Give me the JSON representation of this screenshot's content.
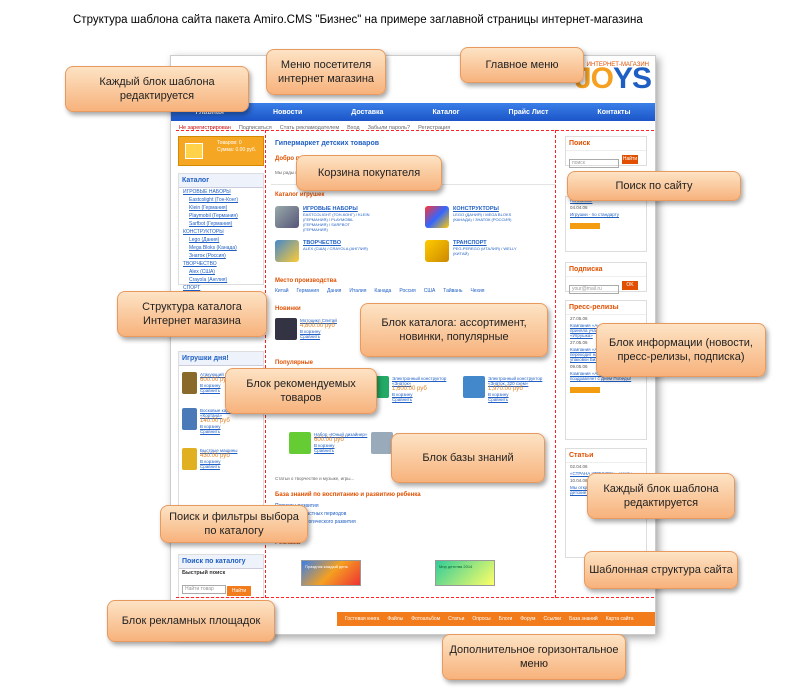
{
  "title": "Структура шаблона сайта пакета Amiro.CMS \"Бизнес\" на примере заглавной страницы интернет-магазина",
  "site": {
    "logo_prefix": "JO",
    "logo_main": "YS",
    "logo_tagline": "ИНТЕРНЕТ-МАГАЗИН",
    "top_nav": [
      "Главная",
      "Новости",
      "Доставка",
      "Каталог",
      "Прайс Лист",
      "Контакты"
    ],
    "user_menu": [
      "Не зарегистрирован",
      "Подписаться",
      "Стать рекламодателем",
      "Вход",
      "Забыли пароль?",
      "Регистрация"
    ],
    "cart": {
      "line1": "Товаров: 0",
      "line2": "Сумма: 0.00 руб."
    },
    "catalog": {
      "heading": "Каталог",
      "items": [
        {
          "label": "ИГРОВЫЕ НАБОРЫ",
          "indent": false
        },
        {
          "label": "Eastcolight (Гон-Конг)",
          "indent": true
        },
        {
          "label": "Klein (Германия)",
          "indent": true
        },
        {
          "label": "Playmobil (Германия)",
          "indent": true
        },
        {
          "label": "Sarfbot (Германия)",
          "indent": true
        },
        {
          "label": "КОНСТРУКТОРЫ",
          "indent": false
        },
        {
          "label": "Lego (Дания)",
          "indent": true
        },
        {
          "label": "Mega Bloks (Канада)",
          "indent": true
        },
        {
          "label": "Знаток (Россия)",
          "indent": true
        },
        {
          "label": "ТВОРЧЕСТВО",
          "indent": false
        },
        {
          "label": "Alex (США)",
          "indent": true
        },
        {
          "label": "Crayola (Англия)",
          "indent": true
        },
        {
          "label": "СПОРТ",
          "indent": false
        }
      ]
    },
    "toys_day": {
      "heading": "Игрушки дня!",
      "items": [
        {
          "name": "Атакующий Тигр",
          "price": "600.00 руб",
          "cart": "В корзину",
          "compare": "Сравнить"
        },
        {
          "name": "Восковые карандаши «Кортана»",
          "price": "140.00 руб",
          "cart": "В корзину",
          "compare": "Сравнить"
        },
        {
          "name": "Быстрые машины",
          "price": "430.00 руб",
          "cart": "В корзину",
          "compare": "Сравнить"
        }
      ]
    },
    "quick_search": {
      "heading": "Поиск по каталогу",
      "label": "Быстрый поиск",
      "placeholder": "Найти товар",
      "button": "Найти"
    },
    "main": {
      "heading": "Гипермаркет детских товаров",
      "welcome_title": "Добро пожаловать",
      "welcome_text": "Мы рады приветствовать вас на сайте нашего гипермаркета детских игрушек.",
      "catalog_heading": "Каталог игрушек",
      "categories": [
        {
          "title": "ИГРОВЫЕ НАБОРЫ",
          "sub": "EASTCOLIGHT (ГОН-КОНГ) / KLEIN (ГЕРМАНИЯ) / PLAYMOBIL (ГЕРМАНИЯ) / SARFBOT (ГЕРМАНИЯ)"
        },
        {
          "title": "КОНСТРУКТОРЫ",
          "sub": "LEGO (ДАНИЯ) / MEGA BLOKS (КАНАДА) / ЗНАТОК (РОССИЯ)"
        },
        {
          "title": "ТВОРЧЕСТВО",
          "sub": "ALEX (США) / CRAYOLA (АНГЛИЯ)"
        },
        {
          "title": "ТРАНСПОРТ",
          "sub": "PEG-PEREGO (ИТАЛИЯ) / WELLY (КИТАЙ)"
        }
      ],
      "origin_heading": "Место производства",
      "origins": [
        "Китай",
        "Германия",
        "Дания",
        "Италия",
        "Канада",
        "Россия",
        "США",
        "Тайвань",
        "Чехия"
      ],
      "novelty_heading": "Новинки",
      "novelty": {
        "name": "Мотоцикл Спитай",
        "price": "4,800.00 руб",
        "cart": "В корзину",
        "compare": "Сравнить"
      },
      "popular_heading": "Популярные",
      "popular": [
        {
          "name": "Электронный конструктор «Знаток»",
          "price": "1,600.00 руб",
          "cart": "В корзину",
          "compare": "Сравнить"
        },
        {
          "name": "Электронный конструктор «Знаток, 320 схем»",
          "price": "1,970.00 руб",
          "cart": "В корзину",
          "compare": "Сравнить"
        },
        {
          "name": "Набор «Юный дизайнер»",
          "price": "600.00 руб",
          "cart": "В корзину",
          "compare": "Сравнить"
        },
        {
          "name": "Мини-трак",
          "price": "",
          "cart": "",
          "compare": ""
        }
      ],
      "kb_heading": "База знаний по воспитанию и развитию ребенка",
      "kb_links": [
        "Периоды развития",
        "Кризисы возрастных периодов",
        "Мысли психологического развития"
      ],
      "kb_more": "Статьи о творчестве и музыке, игры...",
      "ads_heading": "Реклама",
      "banner1": "Праздник каждый день",
      "banner2": "Мир детства 2014"
    },
    "right": {
      "search": {
        "heading": "Поиск",
        "placeholder": "поиск",
        "button": "Найти"
      },
      "news_items": [
        {
          "date": "",
          "text": "",
          "link": "На Москве"
        },
        {
          "date": "04.04.06",
          "text": "",
          "link": "Игрушки - по стандарту"
        }
      ],
      "subscribe": {
        "heading": "Подписка",
        "placeholder": "your@mail.ru",
        "button": "OK"
      },
      "press": {
        "heading": "Пресс-релизы",
        "items": [
          {
            "date": "27.05.06",
            "text": "Компания «АндерВорс-Тойс» приняла участие в выставке «Игрушка»"
          },
          {
            "date": "27.05.06",
            "text": "Компания «АндерВорс-Тойс» переходит на новый стандарт упаковки Бизнесов"
          },
          {
            "date": "09.05.06",
            "text": "Компания «АндерВорс-Тойс» поздравляет с Днем Победы!"
          }
        ]
      },
      "articles": {
        "heading": "Статьи",
        "items": [
          {
            "date": "02.04.06",
            "text": "«СТРАНА ИГРУШЕК» - мечты"
          },
          {
            "date": "10.04.06",
            "text": "Мы открыли специализированные детские товары"
          }
        ]
      }
    },
    "bottom_nav": [
      "Гостевая книга",
      "Файлы",
      "Фотоальбом",
      "Статьи",
      "Опросы",
      "Блоги",
      "Форум",
      "Ссылки",
      "База знаний",
      "Карта сайта"
    ]
  },
  "callouts": {
    "editable_top": "Каждый блок шаблона редактируется",
    "visitor_menu": "Меню посетителя интернет магазина",
    "main_menu": "Главное меню",
    "cart": "Корзина покупателя",
    "site_search": "Поиск по сайту",
    "catalog_structure": "Структура каталога Интернет магазина",
    "catalog_block": "Блок каталога:  ассортимент, новинки, популярные",
    "info_block": "Блок информации (новости, пресс-релизы, подписка)",
    "recommended": "Блок рекомендуемых товаров",
    "knowledge": "Блок базы знаний",
    "editable_right": "Каждый блок шаблона редактируется",
    "search_filters": "Поиск и фильтры выбора по каталогу",
    "template_structure": "Шаблонная структура сайта",
    "ads_block": "Блок рекламных площадок",
    "extra_menu": "Дополнительное горизонтальное меню"
  },
  "colors": {
    "accent_blue": "#1f5fc4",
    "accent_orange": "#f27b1c",
    "guide_red": "#ff2222",
    "callout_fill": "#f7b27c"
  }
}
